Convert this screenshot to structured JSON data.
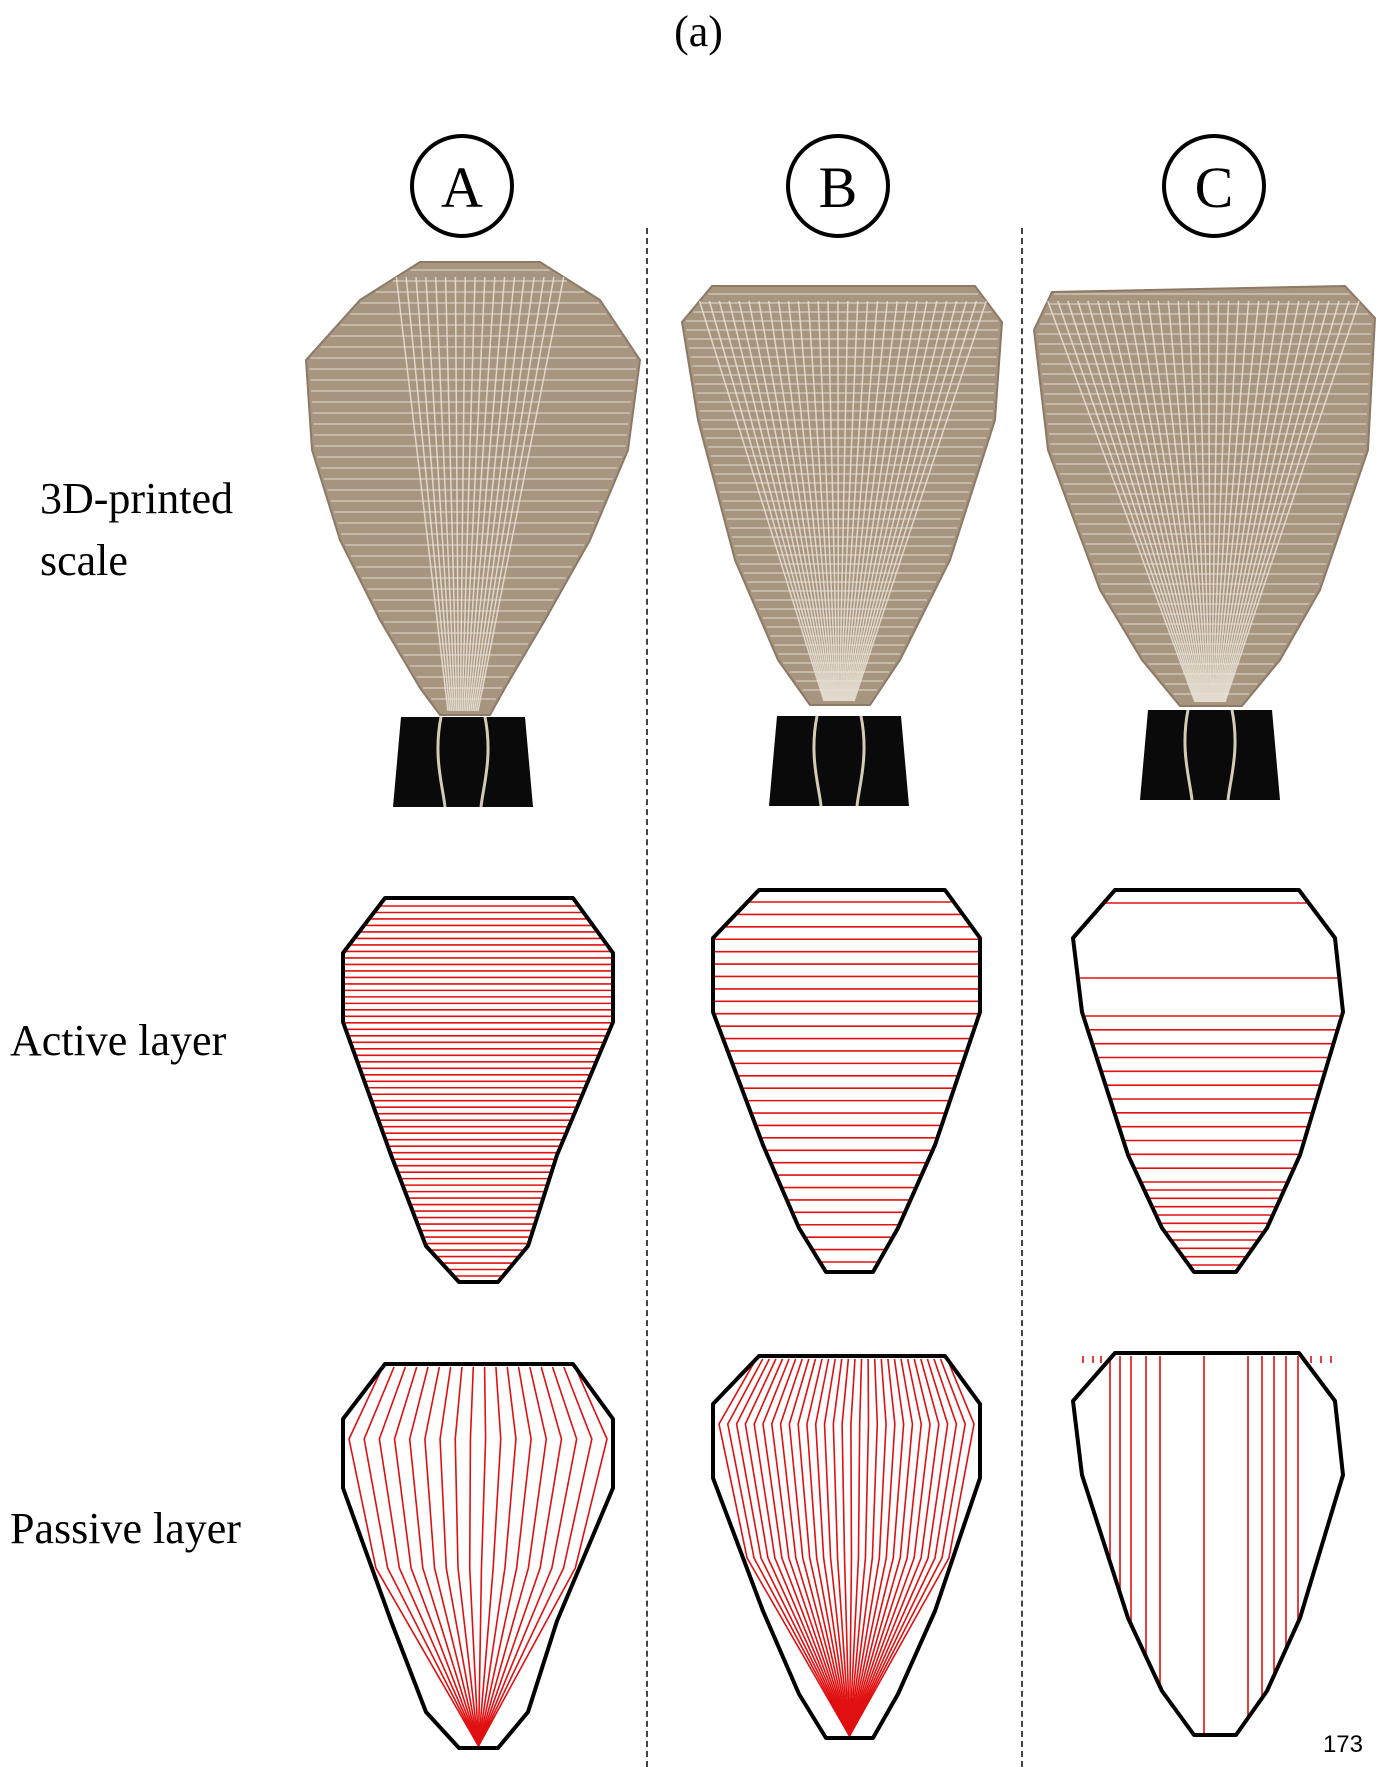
{
  "figure_label": "(a)",
  "row_labels": {
    "scale": [
      "3D-printed",
      "scale"
    ],
    "active": "Active layer",
    "passive": "Passive layer"
  },
  "columns": [
    {
      "letter": "A",
      "active_lines": "dense uniform horizontal",
      "passive_lines": "fan converging to base"
    },
    {
      "letter": "B",
      "active_lines": "medium uniform horizontal",
      "passive_lines": "dense fan converging to base"
    },
    {
      "letter": "C",
      "active_lines": "sparse top, dense bottom",
      "passive_lines": "straight vertical, dense at sides"
    }
  ],
  "colors": {
    "fill_line": "#e01010",
    "outline": "#000000",
    "scale_fiber": "#a89580",
    "scale_grid": "#e8e2d6",
    "clip": "#0a0a0a"
  },
  "page_number": "173"
}
